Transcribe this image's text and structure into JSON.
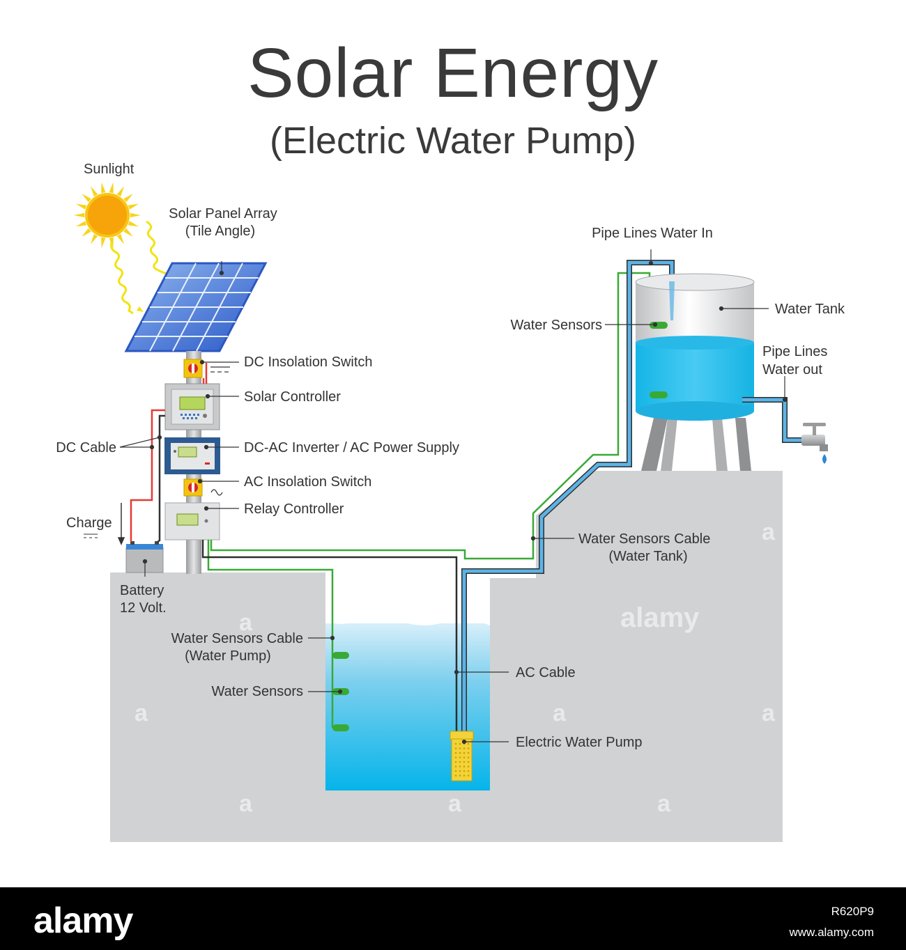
{
  "title": "Solar Energy",
  "subtitle": "(Electric Water Pump)",
  "labels": {
    "sunlight": "Sunlight",
    "solar_panel_1": "Solar Panel Array",
    "solar_panel_2": "(Tile Angle)",
    "dc_switch": "DC Insolation Switch",
    "solar_controller": "Solar Controller",
    "dc_cable": "DC Cable",
    "inverter": "DC-AC Inverter / AC Power Supply",
    "ac_switch": "AC Insolation Switch",
    "relay": "Relay Controller",
    "charge": "Charge",
    "battery_1": "Battery",
    "battery_2": "12 Volt.",
    "pipe_in": "Pipe Lines Water In",
    "water_tank": "Water Tank",
    "water_sensors_tank": "Water Sensors",
    "pipe_out_1": "Pipe Lines",
    "pipe_out_2": "Water out",
    "sensor_cable_tank_1": "Water Sensors Cable",
    "sensor_cable_tank_2": "(Water Tank)",
    "sensor_cable_pump_1": "Water Sensors Cable",
    "sensor_cable_pump_2": "(Water Pump)",
    "water_sensors_pump": "Water Sensors",
    "ac_cable": "AC Cable",
    "pump": "Electric Water Pump"
  },
  "watermark": "alamy",
  "footer": {
    "logo": "alamy",
    "image_id": "R620P9",
    "site": "www.alamy.com"
  },
  "colors": {
    "title": "#3a3a3a",
    "ground": "#d1d2d4",
    "water": "#29b9e8",
    "panel": "#2f5cc4",
    "sun": "#f7a800",
    "cable_green": "#3aa935",
    "cable_red": "#e53935",
    "pipe_blue": "#5db3e6",
    "pump_yellow": "#f3d23a"
  }
}
